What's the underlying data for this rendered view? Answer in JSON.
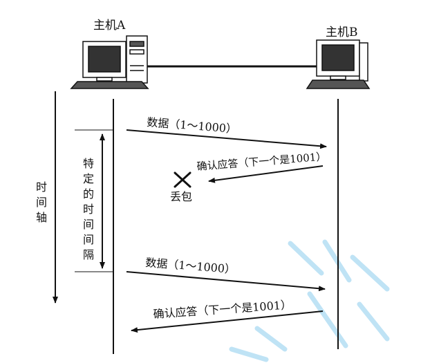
{
  "hosts": {
    "a": {
      "label": "主机A"
    },
    "b": {
      "label": "主机B"
    }
  },
  "time_axis": {
    "label": [
      "时",
      "间",
      "轴"
    ]
  },
  "interval": {
    "label": [
      "特",
      "定",
      "的",
      "时",
      "间",
      "间",
      "隔"
    ]
  },
  "messages": [
    {
      "id": "data-1",
      "label": "数据（1～1000）",
      "direction": "a-to-b",
      "status": "delivered"
    },
    {
      "id": "ack-1",
      "label": "确认应答（下一个是1001）",
      "direction": "b-to-a",
      "status": "lost"
    },
    {
      "id": "data-2",
      "label": "数据（1～1000）",
      "direction": "a-to-b",
      "status": "delivered"
    },
    {
      "id": "ack-2",
      "label": "确认应答（下一个是1001）",
      "direction": "b-to-a",
      "status": "delivered"
    }
  ],
  "loss": {
    "label": "丢包",
    "icon": "cross-icon"
  },
  "watermark": {
    "color": "#bfe3f5"
  },
  "colors": {
    "line": "#111111",
    "background": "#ffffff"
  }
}
